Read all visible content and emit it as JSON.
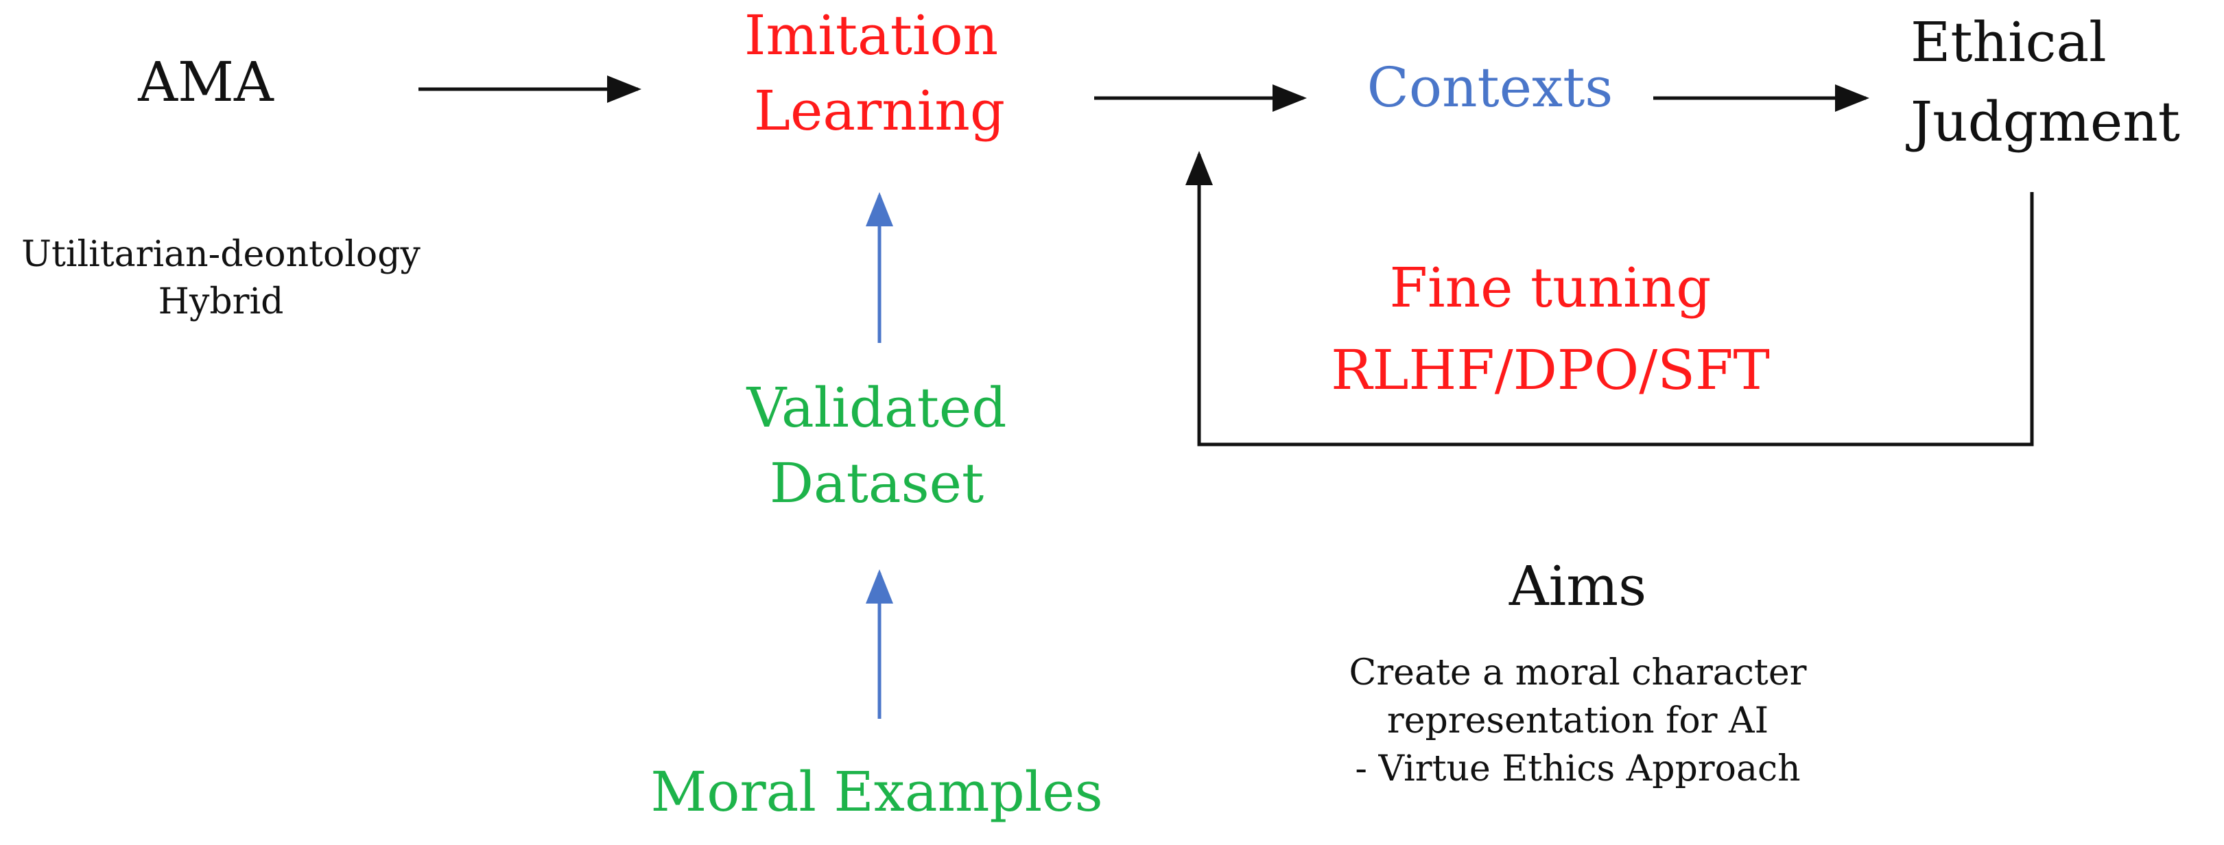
{
  "nodes": {
    "ama": "AMA",
    "ama_desc_line1": "Utilitarian-deontology",
    "ama_desc_line2": "Hybrid",
    "imitation_line1": "Imitation",
    "imitation_line2": "Learning",
    "contexts": "Contexts",
    "ethical_line1": "Ethical",
    "ethical_line2": "Judgment",
    "validated_line1": "Validated",
    "validated_line2": "Dataset",
    "moral_examples": "Moral Examples",
    "finetune_line1": "Fine tuning",
    "finetune_line2": "RLHF/DPO/SFT"
  },
  "aims": {
    "title": "Aims",
    "line1": "Create a moral character",
    "line2": "representation for AI",
    "line3": "- Virtue Ethics Approach"
  },
  "colors": {
    "red": "#ff1a1a",
    "green": "#1db34a",
    "blue": "#4a76c9",
    "black": "#111111"
  }
}
